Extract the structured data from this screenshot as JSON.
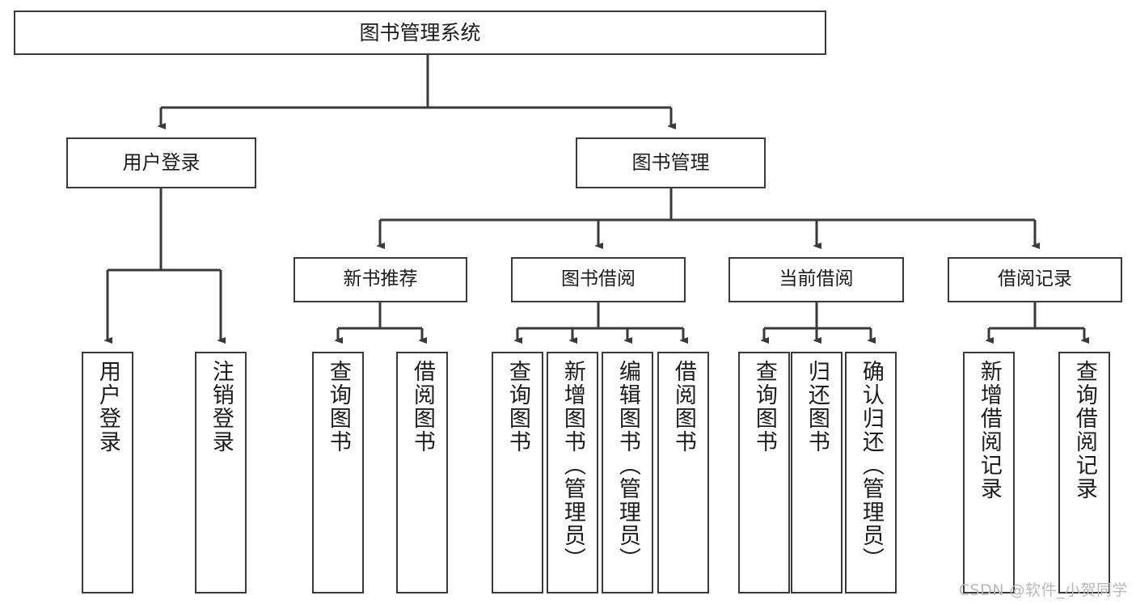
{
  "diagram": {
    "title": "图书管理系统",
    "watermark": "CSDN @软件_小贺同学",
    "colors": {
      "background": "#ffffff",
      "node_border": "#3a3a3a",
      "node_fill": "#ffffff",
      "edge": "#3a3a3a",
      "text": "#1c1c1c",
      "watermark": "#b9b9b9"
    },
    "root": {
      "label": "图书管理系统"
    },
    "level1": [
      {
        "label": "用户登录"
      },
      {
        "label": "图书管理"
      }
    ],
    "level2": [
      {
        "label": "新书推荐"
      },
      {
        "label": "图书借阅"
      },
      {
        "label": "当前借阅"
      },
      {
        "label": "借阅记录"
      }
    ],
    "leaves": {
      "user_login": [
        {
          "label": "用户登录"
        },
        {
          "label": "注销登录"
        }
      ],
      "new_book_recommend": [
        {
          "label": "查询图书"
        },
        {
          "label": "借阅图书"
        }
      ],
      "book_borrow": [
        {
          "label": "查询图书"
        },
        {
          "label": "新增图书（管理员）"
        },
        {
          "label": "编辑图书（管理员）"
        },
        {
          "label": "借阅图书"
        }
      ],
      "current_borrow": [
        {
          "label": "查询图书"
        },
        {
          "label": "归还图书"
        },
        {
          "label": "确认归还（管理员）"
        }
      ],
      "borrow_record": [
        {
          "label": "新增借阅记录"
        },
        {
          "label": "查询借阅记录"
        }
      ]
    }
  }
}
